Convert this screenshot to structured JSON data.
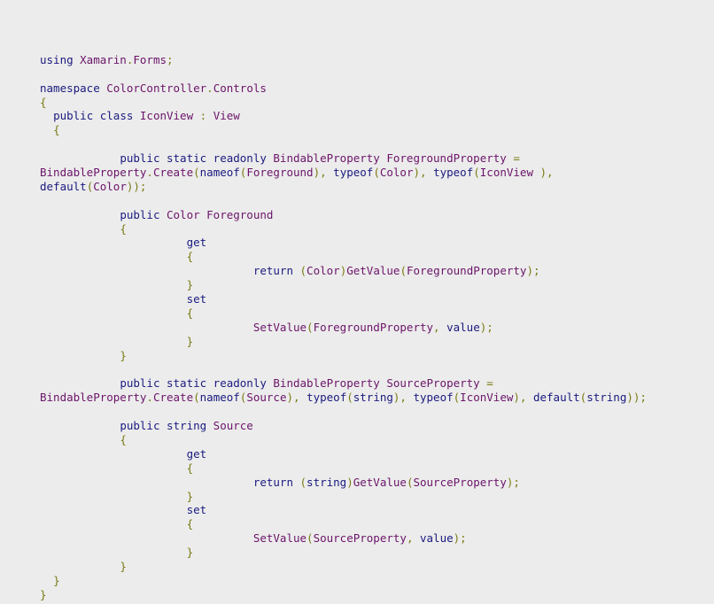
{
  "colors": {
    "background": "#ececec",
    "keyword": "#1a1a80",
    "identifier": "#6b1469",
    "punctuation": "#7a7a14",
    "plain": "#1a1a80"
  },
  "code_lines": [
    [],
    [
      [
        "kw",
        "using "
      ],
      [
        "ty",
        "Xamarin"
      ],
      [
        "pu",
        "."
      ],
      [
        "ty",
        "Forms"
      ],
      [
        "pu",
        ";"
      ]
    ],
    [],
    [
      [
        "kw",
        "namespace "
      ],
      [
        "ty",
        "ColorController"
      ],
      [
        "pu",
        "."
      ],
      [
        "ty",
        "Controls"
      ]
    ],
    [
      [
        "pu",
        "{"
      ]
    ],
    [
      [
        "pl",
        "  "
      ],
      [
        "kw",
        "public class "
      ],
      [
        "ty",
        "IconView "
      ],
      [
        "pu",
        ": "
      ],
      [
        "ty",
        "View"
      ]
    ],
    [
      [
        "pl",
        "  "
      ],
      [
        "pu",
        "{"
      ]
    ],
    [],
    [
      [
        "pl",
        "            "
      ],
      [
        "kw",
        "public static readonly "
      ],
      [
        "ty",
        "BindableProperty ForegroundProperty "
      ],
      [
        "pu",
        "="
      ]
    ],
    [
      [
        "ty",
        "BindableProperty"
      ],
      [
        "pu",
        "."
      ],
      [
        "ty",
        "Create"
      ],
      [
        "pu",
        "("
      ],
      [
        "kw",
        "nameof"
      ],
      [
        "pu",
        "("
      ],
      [
        "ty",
        "Foreground"
      ],
      [
        "pu",
        "), "
      ],
      [
        "kw",
        "typeof"
      ],
      [
        "pu",
        "("
      ],
      [
        "ty",
        "Color"
      ],
      [
        "pu",
        "), "
      ],
      [
        "kw",
        "typeof"
      ],
      [
        "pu",
        "("
      ],
      [
        "ty",
        "IconView"
      ],
      [
        "pu",
        " ),"
      ]
    ],
    [
      [
        "kw",
        "default"
      ],
      [
        "pu",
        "("
      ],
      [
        "ty",
        "Color"
      ],
      [
        "pu",
        "));"
      ]
    ],
    [],
    [
      [
        "pl",
        "            "
      ],
      [
        "kw",
        "public "
      ],
      [
        "ty",
        "Color Foreground"
      ]
    ],
    [
      [
        "pl",
        "            "
      ],
      [
        "pu",
        "{"
      ]
    ],
    [
      [
        "pl",
        "                      "
      ],
      [
        "kw",
        "get"
      ]
    ],
    [
      [
        "pl",
        "                      "
      ],
      [
        "pu",
        "{"
      ]
    ],
    [
      [
        "pl",
        "                                "
      ],
      [
        "kw",
        "return "
      ],
      [
        "pu",
        "("
      ],
      [
        "ty",
        "Color"
      ],
      [
        "pu",
        ")"
      ],
      [
        "ty",
        "GetValue"
      ],
      [
        "pu",
        "("
      ],
      [
        "ty",
        "ForegroundProperty"
      ],
      [
        "pu",
        ");"
      ]
    ],
    [
      [
        "pl",
        "                      "
      ],
      [
        "pu",
        "}"
      ]
    ],
    [
      [
        "pl",
        "                      "
      ],
      [
        "kw",
        "set"
      ]
    ],
    [
      [
        "pl",
        "                      "
      ],
      [
        "pu",
        "{"
      ]
    ],
    [
      [
        "pl",
        "                                "
      ],
      [
        "ty",
        "SetValue"
      ],
      [
        "pu",
        "("
      ],
      [
        "ty",
        "ForegroundProperty"
      ],
      [
        "pu",
        ", "
      ],
      [
        "kw",
        "value"
      ],
      [
        "pu",
        ");"
      ]
    ],
    [
      [
        "pl",
        "                      "
      ],
      [
        "pu",
        "}"
      ]
    ],
    [
      [
        "pl",
        "            "
      ],
      [
        "pu",
        "}"
      ]
    ],
    [],
    [
      [
        "pl",
        "            "
      ],
      [
        "kw",
        "public static readonly "
      ],
      [
        "ty",
        "BindableProperty SourceProperty "
      ],
      [
        "pu",
        "="
      ]
    ],
    [
      [
        "ty",
        "BindableProperty"
      ],
      [
        "pu",
        "."
      ],
      [
        "ty",
        "Create"
      ],
      [
        "pu",
        "("
      ],
      [
        "kw",
        "nameof"
      ],
      [
        "pu",
        "("
      ],
      [
        "ty",
        "Source"
      ],
      [
        "pu",
        "), "
      ],
      [
        "kw",
        "typeof"
      ],
      [
        "pu",
        "("
      ],
      [
        "kw",
        "string"
      ],
      [
        "pu",
        "), "
      ],
      [
        "kw",
        "typeof"
      ],
      [
        "pu",
        "("
      ],
      [
        "ty",
        "IconView"
      ],
      [
        "pu",
        "), "
      ],
      [
        "kw",
        "default"
      ],
      [
        "pu",
        "("
      ],
      [
        "kw",
        "string"
      ],
      [
        "pu",
        "));"
      ]
    ],
    [],
    [
      [
        "pl",
        "            "
      ],
      [
        "kw",
        "public string "
      ],
      [
        "ty",
        "Source"
      ]
    ],
    [
      [
        "pl",
        "            "
      ],
      [
        "pu",
        "{"
      ]
    ],
    [
      [
        "pl",
        "                      "
      ],
      [
        "kw",
        "get"
      ]
    ],
    [
      [
        "pl",
        "                      "
      ],
      [
        "pu",
        "{"
      ]
    ],
    [
      [
        "pl",
        "                                "
      ],
      [
        "kw",
        "return "
      ],
      [
        "pu",
        "("
      ],
      [
        "kw",
        "string"
      ],
      [
        "pu",
        ")"
      ],
      [
        "ty",
        "GetValue"
      ],
      [
        "pu",
        "("
      ],
      [
        "ty",
        "SourceProperty"
      ],
      [
        "pu",
        ");"
      ]
    ],
    [
      [
        "pl",
        "                      "
      ],
      [
        "pu",
        "}"
      ]
    ],
    [
      [
        "pl",
        "                      "
      ],
      [
        "kw",
        "set"
      ]
    ],
    [
      [
        "pl",
        "                      "
      ],
      [
        "pu",
        "{"
      ]
    ],
    [
      [
        "pl",
        "                                "
      ],
      [
        "ty",
        "SetValue"
      ],
      [
        "pu",
        "("
      ],
      [
        "ty",
        "SourceProperty"
      ],
      [
        "pu",
        ", "
      ],
      [
        "kw",
        "value"
      ],
      [
        "pu",
        ");"
      ]
    ],
    [
      [
        "pl",
        "                      "
      ],
      [
        "pu",
        "}"
      ]
    ],
    [
      [
        "pl",
        "            "
      ],
      [
        "pu",
        "}"
      ]
    ],
    [
      [
        "pl",
        "  "
      ],
      [
        "pu",
        "}"
      ]
    ],
    [
      [
        "pu",
        "}"
      ]
    ]
  ]
}
